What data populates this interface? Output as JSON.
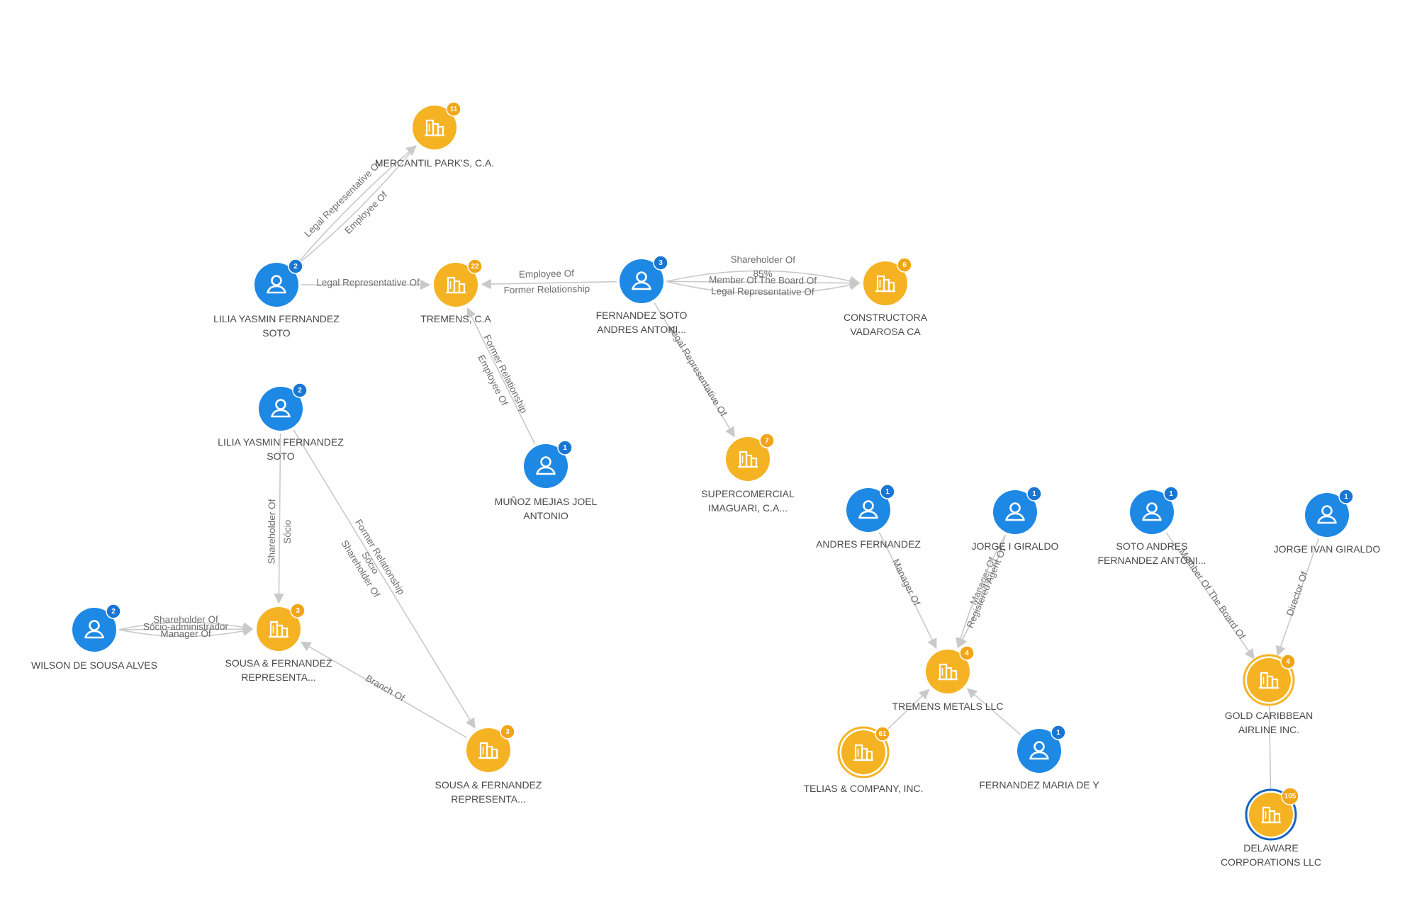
{
  "colors": {
    "person": "#1e88e5",
    "company": "#f5b324",
    "person_badge": "#1976d2",
    "company_badge": "#f2a516",
    "edge": "#c9c9c9",
    "label": "#4a4a4a"
  },
  "nodes": [
    {
      "id": "mercantil",
      "type": "company",
      "icon": "building-icon",
      "label": [
        "MERCANTIL PARK'S, C.A."
      ],
      "badge": "11"
    },
    {
      "id": "lilia1",
      "type": "person",
      "icon": "person-icon",
      "label": [
        "LILIA YASMIN FERNANDEZ",
        "SOTO"
      ],
      "badge": "2"
    },
    {
      "id": "tremens_ca",
      "type": "company",
      "icon": "building-icon",
      "label": [
        "TREMENS, C.A"
      ],
      "badge": "22"
    },
    {
      "id": "fernandez_soto",
      "type": "person",
      "icon": "person-icon",
      "label": [
        "FERNANDEZ SOTO",
        "ANDRES ANTONI..."
      ],
      "badge": "3"
    },
    {
      "id": "constructora",
      "type": "company",
      "icon": "building-icon",
      "label": [
        "CONSTRUCTORA",
        "VADAROSA CA"
      ],
      "badge": "6"
    },
    {
      "id": "supercomercial",
      "type": "company",
      "icon": "building-icon",
      "label": [
        "SUPERCOMERCIAL",
        "IMAGUARI, C.A..."
      ],
      "badge": "7"
    },
    {
      "id": "munoz",
      "type": "person",
      "icon": "person-icon",
      "label": [
        "MUÑOZ MEJIAS JOEL",
        "ANTONIO"
      ],
      "badge": "1"
    },
    {
      "id": "lilia2",
      "type": "person",
      "icon": "person-icon",
      "label": [
        "LILIA YASMIN FERNANDEZ",
        "SOTO"
      ],
      "badge": "2"
    },
    {
      "id": "wilson",
      "type": "person",
      "icon": "person-icon",
      "label": [
        "WILSON DE SOUSA ALVES"
      ],
      "badge": "2"
    },
    {
      "id": "sousa1",
      "type": "company",
      "icon": "building-icon",
      "label": [
        "SOUSA & FERNANDEZ",
        "REPRESENTA..."
      ],
      "badge": "3"
    },
    {
      "id": "sousa2",
      "type": "company",
      "icon": "building-icon",
      "label": [
        "SOUSA & FERNANDEZ",
        "REPRESENTA..."
      ],
      "badge": "3"
    },
    {
      "id": "andres_f",
      "type": "person",
      "icon": "person-icon",
      "label": [
        "ANDRES FERNANDEZ"
      ],
      "badge": "1"
    },
    {
      "id": "jorge_i",
      "type": "person",
      "icon": "person-icon",
      "label": [
        "JORGE I GIRALDO"
      ],
      "badge": "1"
    },
    {
      "id": "tremens_metals",
      "type": "company",
      "icon": "building-icon",
      "label": [
        "TREMENS METALS LLC"
      ],
      "badge": "4"
    },
    {
      "id": "telias",
      "type": "company",
      "icon": "building-icon",
      "label": [
        "TELIAS & COMPANY, INC."
      ],
      "badge": "61",
      "ring": "#f5b324"
    },
    {
      "id": "fernandez_maria",
      "type": "person",
      "icon": "person-icon",
      "label": [
        "FERNANDEZ MARIA DE Y"
      ],
      "badge": "1"
    },
    {
      "id": "soto_andres",
      "type": "person",
      "icon": "person-icon",
      "label": [
        "SOTO ANDRES",
        "FERNANDEZ ANTONI..."
      ],
      "badge": "1"
    },
    {
      "id": "jorge_ivan",
      "type": "person",
      "icon": "person-icon",
      "label": [
        "JORGE IVAN GIRALDO"
      ],
      "badge": "1"
    },
    {
      "id": "gold_caribbean",
      "type": "company",
      "icon": "building-icon",
      "label": [
        "GOLD CARIBBEAN",
        "AIRLINE INC."
      ],
      "badge": "4",
      "ring": "#f5b324"
    },
    {
      "id": "delaware",
      "type": "company",
      "icon": "building-icon",
      "label": [
        "DELAWARE",
        "CORPORATIONS LLC"
      ],
      "badge": "105",
      "ring": "#1565c0"
    }
  ],
  "edges": [
    {
      "from": "lilia1",
      "to": "mercantil",
      "labels": [
        "Legal Representative Of"
      ],
      "arrow": "end"
    },
    {
      "from": "lilia1",
      "to": "mercantil",
      "labels": [
        "Employee Of"
      ],
      "arrow": "start"
    },
    {
      "from": "lilia1",
      "to": "tremens_ca",
      "labels": [
        "Legal Representative Of"
      ],
      "arrow": "end"
    },
    {
      "from": "fernandez_soto",
      "to": "tremens_ca",
      "labels": [
        "Employee Of",
        "Former Relationship"
      ],
      "arrow": "end"
    },
    {
      "from": "fernandez_soto",
      "to": "constructora",
      "labels": [
        "Shareholder Of",
        "85%"
      ],
      "arrow": "end"
    },
    {
      "from": "fernandez_soto",
      "to": "constructora",
      "labels": [
        "Member Of The Board Of"
      ],
      "arrow": "end"
    },
    {
      "from": "fernandez_soto",
      "to": "constructora",
      "labels": [
        "Legal Representative Of"
      ],
      "arrow": "end"
    },
    {
      "from": "fernandez_soto",
      "to": "supercomercial",
      "labels": [
        "Legal Representative Of"
      ],
      "arrow": "end"
    },
    {
      "from": "munoz",
      "to": "tremens_ca",
      "labels": [
        "Employee Of",
        "Former Relationship"
      ],
      "arrow": "end"
    },
    {
      "from": "lilia2",
      "to": "sousa1",
      "labels": [
        "Shareholder Of",
        "Sócio"
      ],
      "arrow": "end"
    },
    {
      "from": "lilia2",
      "to": "sousa2",
      "labels": [
        "Shareholder Of",
        "Sócio",
        "Former Relationship"
      ],
      "arrow": "end"
    },
    {
      "from": "wilson",
      "to": "sousa1",
      "labels": [
        "Shareholder Of"
      ],
      "arrow": "end"
    },
    {
      "from": "wilson",
      "to": "sousa1",
      "labels": [
        "Sócio-administrador"
      ],
      "arrow": "end"
    },
    {
      "from": "wilson",
      "to": "sousa1",
      "labels": [
        "Manager Of"
      ],
      "arrow": "end"
    },
    {
      "from": "sousa2",
      "to": "sousa1",
      "labels": [
        "Branch Of"
      ],
      "arrow": "end"
    },
    {
      "from": "andres_f",
      "to": "tremens_metals",
      "labels": [
        "Manager Of"
      ],
      "arrow": "end"
    },
    {
      "from": "jorge_i",
      "to": "tremens_metals",
      "labels": [
        "Manager Of"
      ],
      "arrow": "end"
    },
    {
      "from": "jorge_i",
      "to": "tremens_metals",
      "labels": [
        "Registered Agent Of"
      ],
      "arrow": "end"
    },
    {
      "from": "telias",
      "to": "tremens_metals",
      "labels": [],
      "arrow": "end"
    },
    {
      "from": "fernandez_maria",
      "to": "tremens_metals",
      "labels": [],
      "arrow": "end"
    },
    {
      "from": "soto_andres",
      "to": "gold_caribbean",
      "labels": [
        "Member Of The Board Of"
      ],
      "arrow": "end"
    },
    {
      "from": "jorge_ivan",
      "to": "gold_caribbean",
      "labels": [
        "Director Of"
      ],
      "arrow": "end"
    },
    {
      "from": "delaware",
      "to": "gold_caribbean",
      "labels": [],
      "arrow": "none"
    }
  ]
}
